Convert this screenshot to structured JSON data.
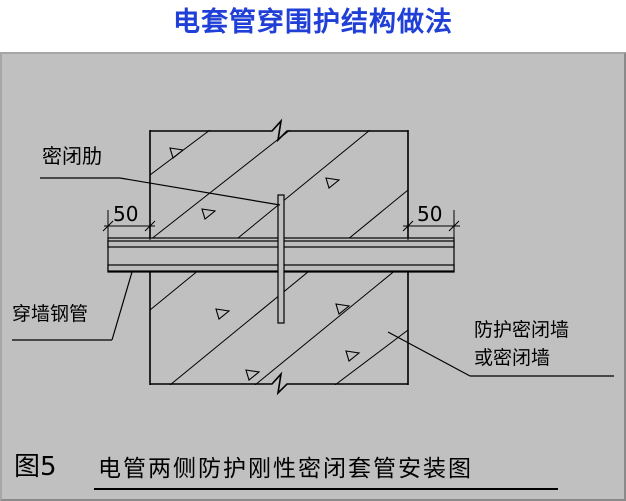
{
  "title": "电套管穿围护结构做法",
  "labels": {
    "rib": "密闭肋",
    "dim_left": "50",
    "dim_right": "50",
    "pipe": "穿墙钢管",
    "wall_line1": "防护密闭墙",
    "wall_line2": "或密闭墙"
  },
  "caption": {
    "number": "图5",
    "text": "电管两侧防护刚性密闭套管安装图"
  },
  "colors": {
    "title": "#1f3fd6",
    "panel": "#c0c0c0",
    "ink": "#000000"
  }
}
